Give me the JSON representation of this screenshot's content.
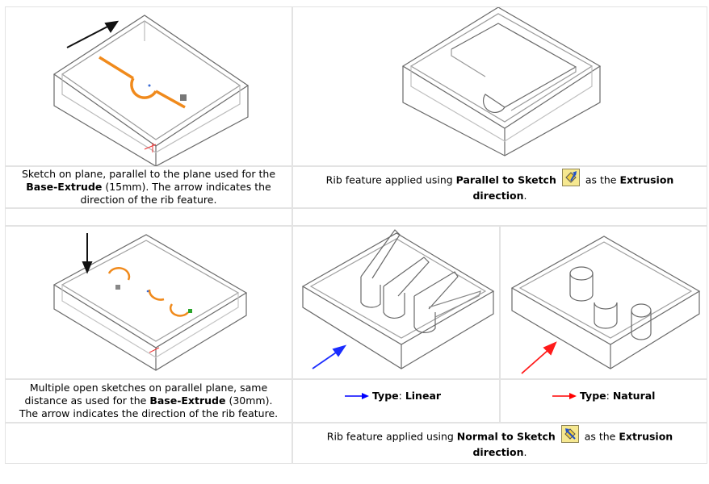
{
  "row1": {
    "left_caption": {
      "t1": "Sketch on plane, parallel to the plane used for the",
      "b1": "Base-Extrude",
      "t2": " (15mm). The arrow indicates the",
      "t3": "direction of the rib feature."
    },
    "right_caption": {
      "t1": "Rib feature applied using ",
      "b1": "Parallel to Sketch",
      "icon": "parallel-to-sketch-icon",
      "t2": " as the ",
      "b2": "Extrusion",
      "b3": "direction",
      "t3": "."
    }
  },
  "row2": {
    "left_caption": {
      "t1": "Multiple open sketches on parallel plane, same",
      "t2": "distance as used for the ",
      "b1": "Base-Extrude",
      "t3": " (30mm).",
      "t4": "The arrow indicates the direction of the rib feature."
    },
    "mid_caption": {
      "b1": "Type",
      "t1": ": ",
      "b2": "Linear",
      "arrow_color": "#0000ff"
    },
    "right_caption": {
      "b1": "Type",
      "t1": ": ",
      "b2": "Natural",
      "arrow_color": "#ff0000"
    }
  },
  "row3": {
    "right_caption": {
      "t1": "Rib feature applied using ",
      "b1": "Normal to Sketch",
      "icon": "normal-to-sketch-icon",
      "t2": " as the ",
      "b2": "Extrusion",
      "b3": "direction",
      "t3": "."
    }
  },
  "colors": {
    "sketch_orange": "#f08a1c",
    "arrow_blue": "#0a2cff",
    "arrow_red": "#ff1a1a",
    "line_gray": "#6a6a6a"
  }
}
